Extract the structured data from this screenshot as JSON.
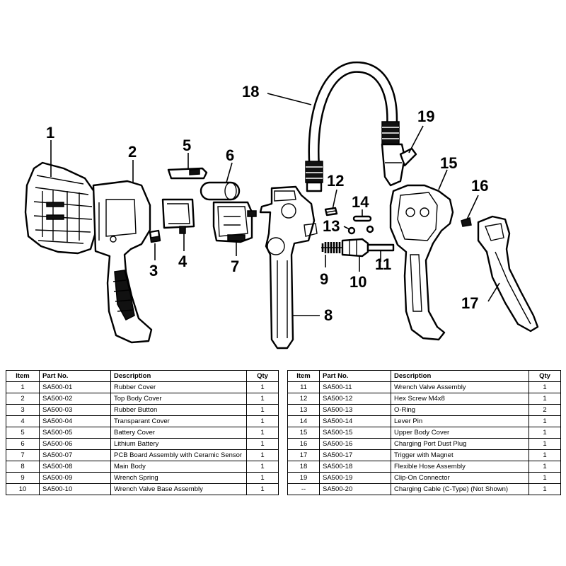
{
  "callouts": [
    "1",
    "2",
    "3",
    "4",
    "5",
    "6",
    "7",
    "8",
    "9",
    "10",
    "11",
    "12",
    "13",
    "14",
    "15",
    "16",
    "17",
    "18",
    "19"
  ],
  "table": {
    "headers": {
      "item": "Item",
      "part_no": "Part No.",
      "description": "Description",
      "qty": "Qty"
    },
    "left_rows": [
      {
        "item": "1",
        "part_no": "SA500-01",
        "description": "Rubber Cover",
        "qty": "1"
      },
      {
        "item": "2",
        "part_no": "SA500-02",
        "description": "Top Body Cover",
        "qty": "1"
      },
      {
        "item": "3",
        "part_no": "SA500-03",
        "description": "Rubber Button",
        "qty": "1"
      },
      {
        "item": "4",
        "part_no": "SA500-04",
        "description": "Transparant Cover",
        "qty": "1"
      },
      {
        "item": "5",
        "part_no": "SA500-05",
        "description": "Battery Cover",
        "qty": "1"
      },
      {
        "item": "6",
        "part_no": "SA500-06",
        "description": "Lithium Battery",
        "qty": "1"
      },
      {
        "item": "7",
        "part_no": "SA500-07",
        "description": "PCB Board Assembly with Ceramic Sensor",
        "qty": "1"
      },
      {
        "item": "8",
        "part_no": "SA500-08",
        "description": "Main Body",
        "qty": "1"
      },
      {
        "item": "9",
        "part_no": "SA500-09",
        "description": "Wrench Spring",
        "qty": "1"
      },
      {
        "item": "10",
        "part_no": "SA500-10",
        "description": "Wrench Valve Base Assembly",
        "qty": "1"
      }
    ],
    "right_rows": [
      {
        "item": "11",
        "part_no": "SA500-11",
        "description": "Wrench Valve Assembly",
        "qty": "1"
      },
      {
        "item": "12",
        "part_no": "SA500-12",
        "description": "Hex Screw M4x8",
        "qty": "1"
      },
      {
        "item": "13",
        "part_no": "SA500-13",
        "description": "O-Ring",
        "qty": "2"
      },
      {
        "item": "14",
        "part_no": "SA500-14",
        "description": "Lever Pin",
        "qty": "1"
      },
      {
        "item": "15",
        "part_no": "SA500-15",
        "description": "Upper Body Cover",
        "qty": "1"
      },
      {
        "item": "16",
        "part_no": "SA500-16",
        "description": "Charging Port Dust Plug",
        "qty": "1"
      },
      {
        "item": "17",
        "part_no": "SA500-17",
        "description": "Trigger with Magnet",
        "qty": "1"
      },
      {
        "item": "18",
        "part_no": "SA500-18",
        "description": "Flexible Hose Assembly",
        "qty": "1"
      },
      {
        "item": "19",
        "part_no": "SA500-19",
        "description": "Clip-On Connector",
        "qty": "1"
      },
      {
        "item": "--",
        "part_no": "SA500-20",
        "description": "Charging Cable (C-Type) (Not Shown)",
        "qty": "1"
      }
    ]
  }
}
